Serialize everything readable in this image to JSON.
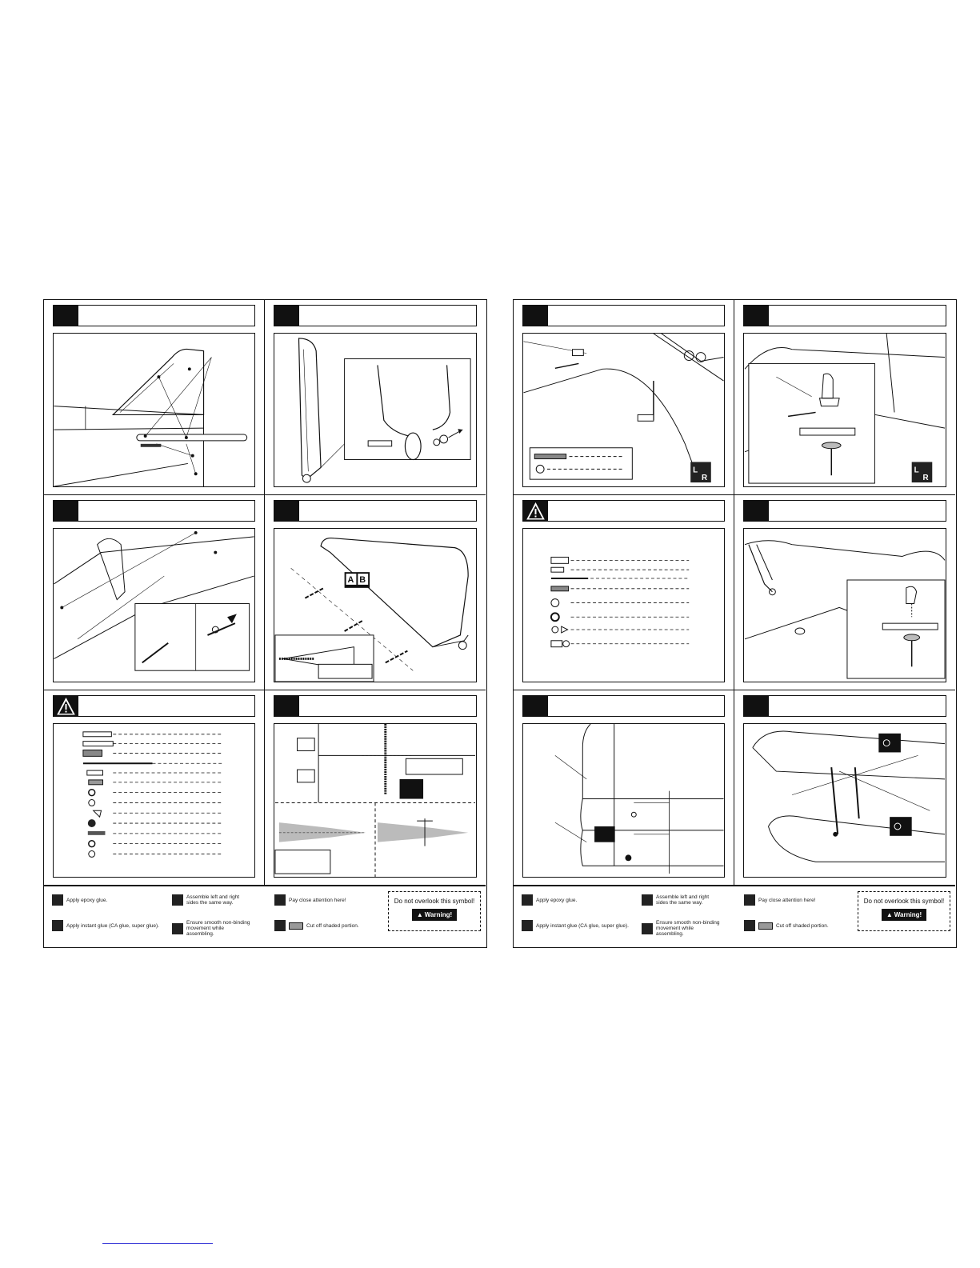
{
  "legend": {
    "epoxy": "Apply epoxy glue.",
    "ca": "Apply instant glue (CA glue, super glue).",
    "lr": "Assemble left and right sides the same way.",
    "smooth": "Ensure smooth non-binding movement while assembling.",
    "attention": "Pay close attention here!",
    "cutoff": "Cut off shaded portion.",
    "dont_overlook": "Do not overlook this symbol!",
    "warning_label": "Warning!"
  },
  "diagram_labels": {
    "ab_a": "A",
    "ab_b": "B",
    "lr_l": "L",
    "lr_r": "R"
  },
  "icons": {
    "warning": "warning-triangle-icon",
    "epoxy": "epoxy-glue-icon",
    "ca": "ca-glue-icon",
    "lr": "left-right-icon",
    "smooth": "smooth-movement-icon",
    "attention": "attention-hand-icon",
    "cutoff": "cut-off-icon"
  }
}
